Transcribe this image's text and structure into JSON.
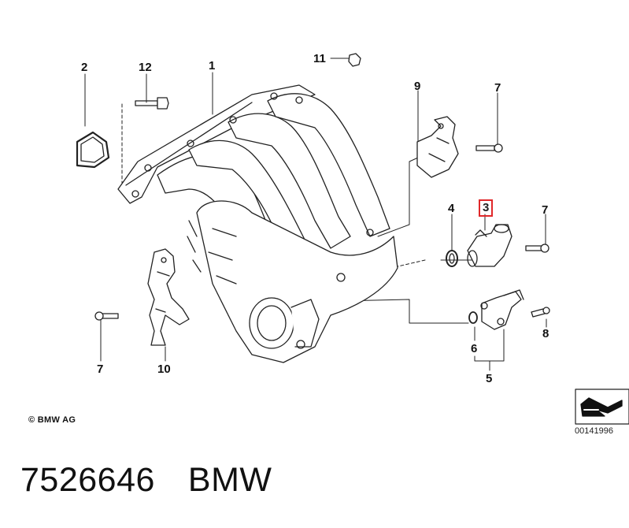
{
  "diagram": {
    "callouts": {
      "c1": "1",
      "c2": "2",
      "c3": "3",
      "c4": "4",
      "c5": "5",
      "c6": "6",
      "c7a": "7",
      "c7b": "7",
      "c7c": "7",
      "c8": "8",
      "c9": "9",
      "c10": "10",
      "c11": "11",
      "c12": "12"
    },
    "highlighted_callout": "3",
    "highlight_color": "#e0282a",
    "copyright": "© BMW AG",
    "document_number": "00141996"
  },
  "footer": {
    "part_number": "7526646",
    "brand": "BMW"
  }
}
